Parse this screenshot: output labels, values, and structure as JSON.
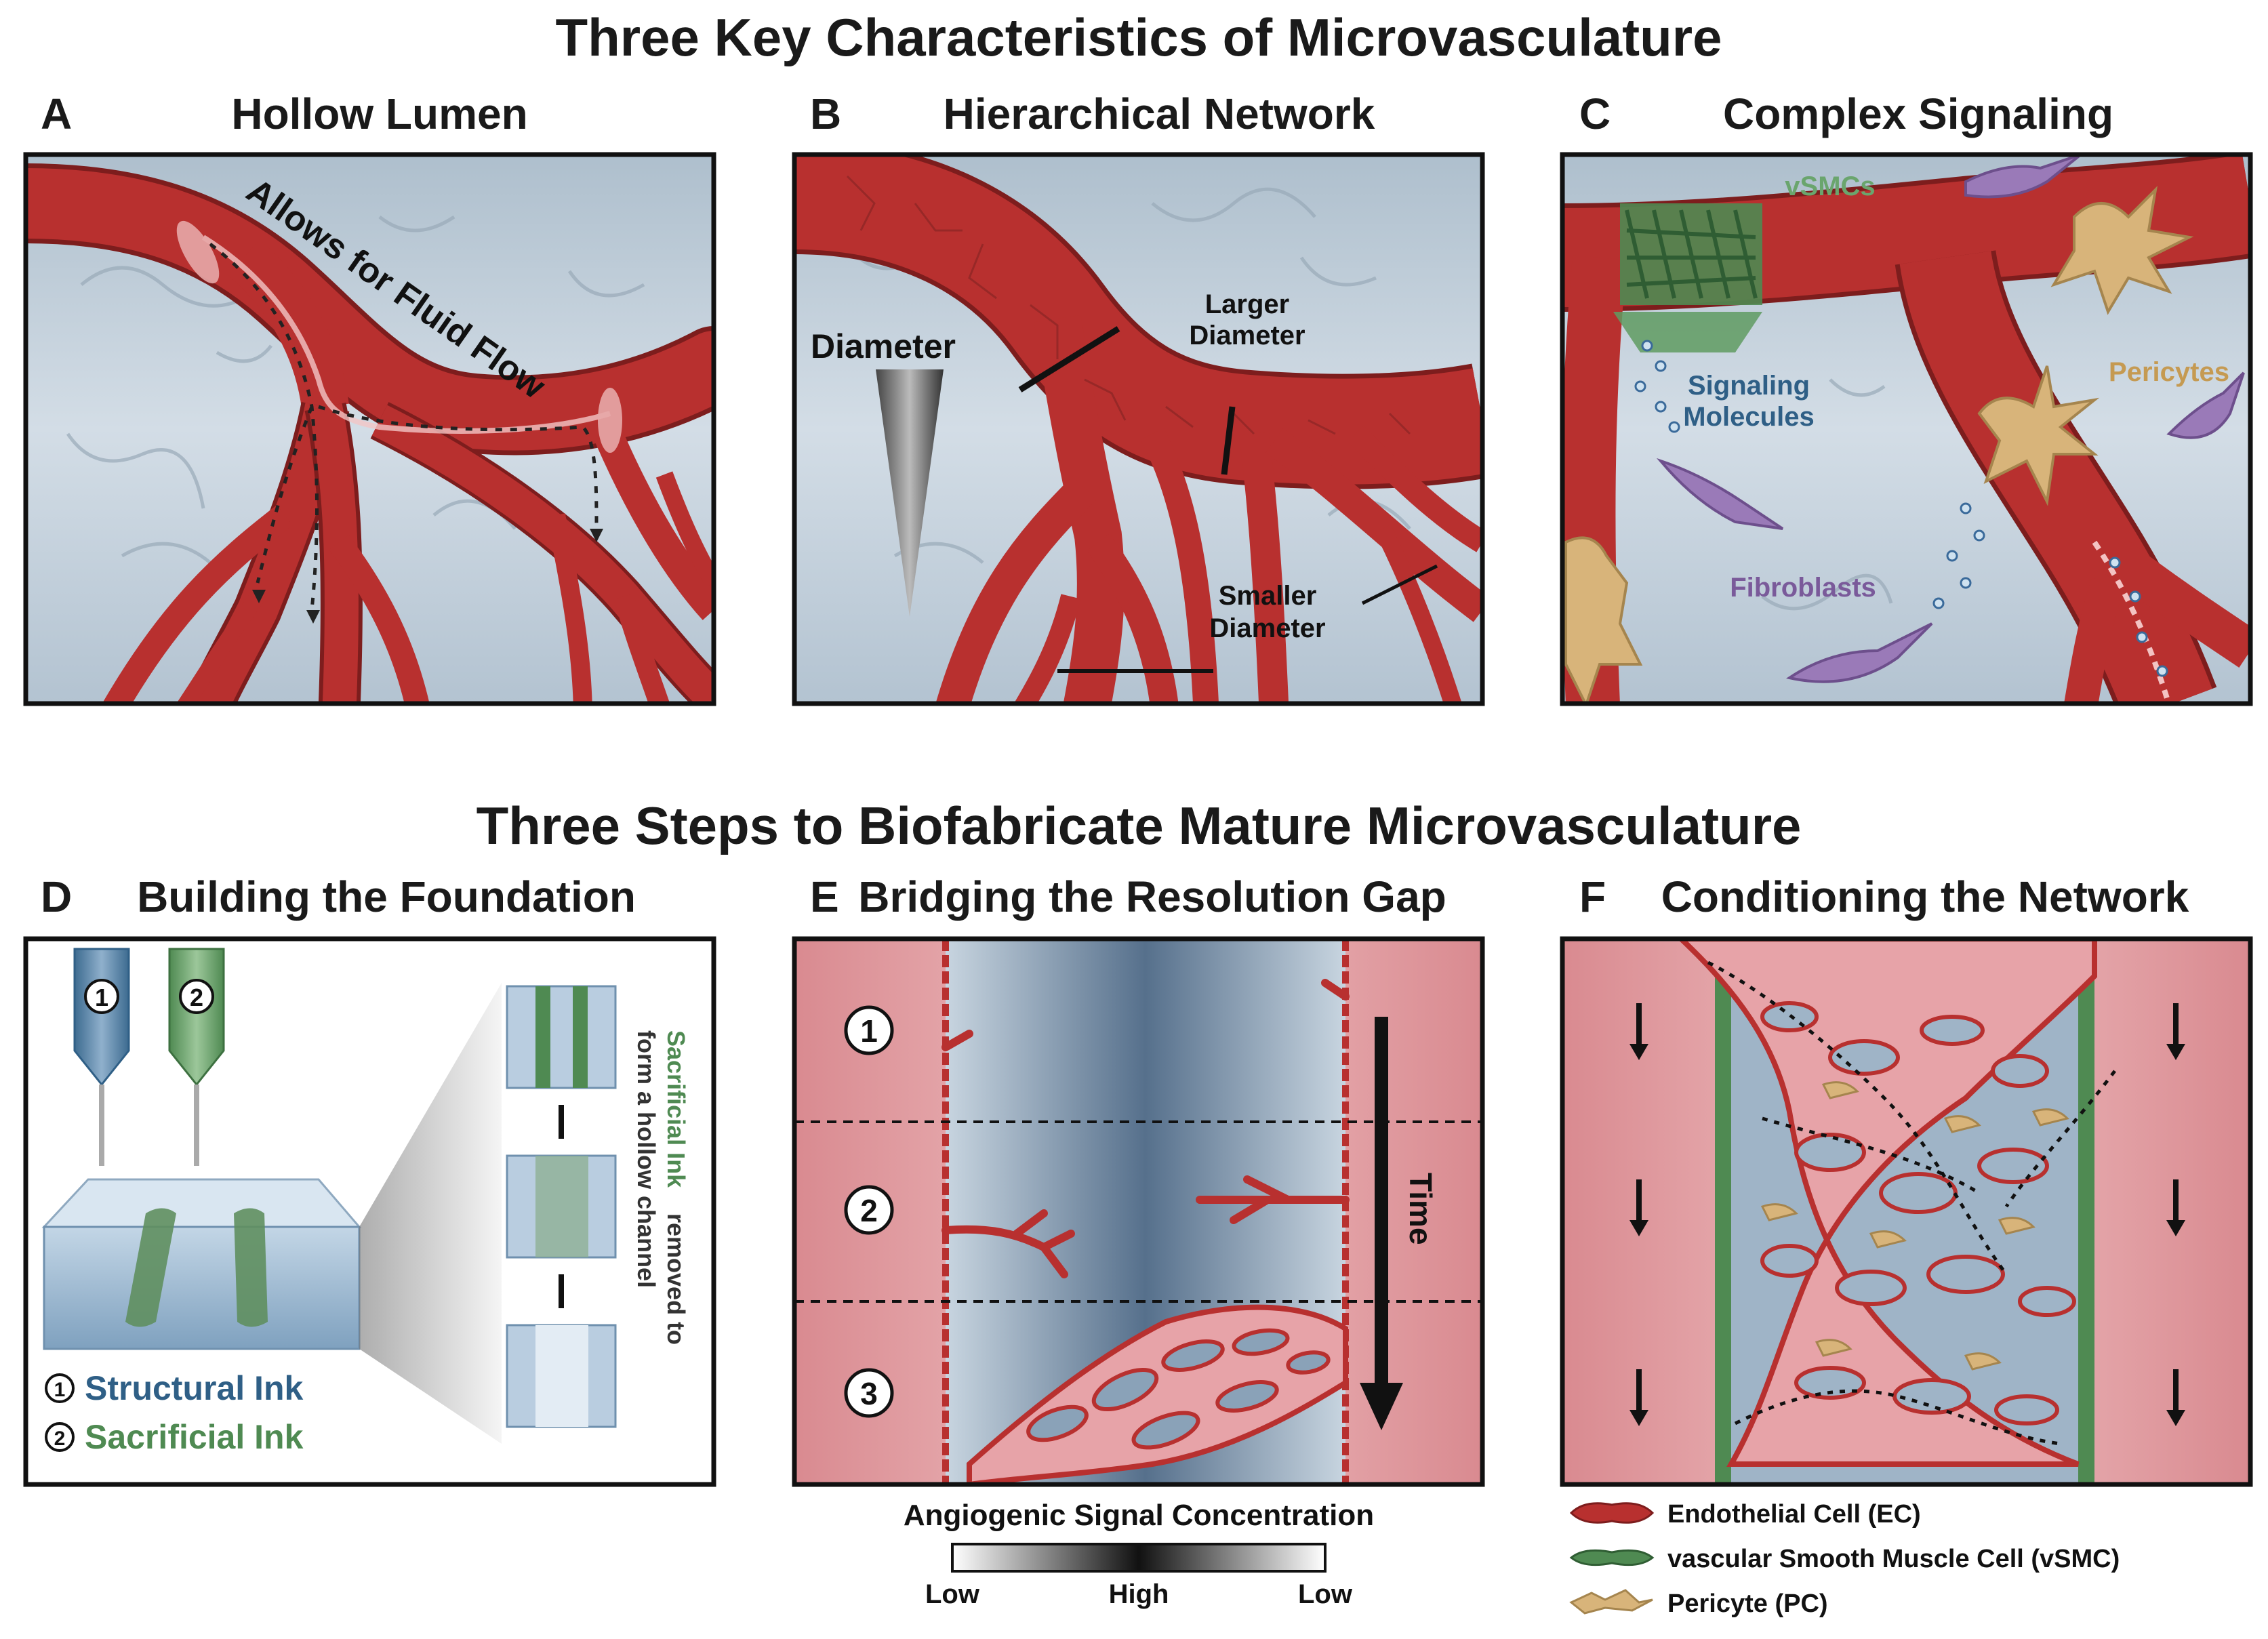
{
  "titles": {
    "top": "Three Key Characteristics of Microvasculature",
    "bottom": "Three Steps to Biofabricate Mature Microvasculature"
  },
  "panels": {
    "A": {
      "letter": "A",
      "title": "Hollow Lumen",
      "flow_label": "Allows for Fluid Flow"
    },
    "B": {
      "letter": "B",
      "title": "Hierarchical Network",
      "diameter": "Diameter",
      "larger_1": "Larger",
      "larger_2": "Diameter",
      "smaller_1": "Smaller",
      "smaller_2": "Diameter"
    },
    "C": {
      "letter": "C",
      "title": "Complex Signaling",
      "vsmcs": "vSMCs",
      "signaling_1": "Signaling",
      "signaling_2": "Molecules",
      "pericytes": "Pericytes",
      "fibroblasts": "Fibroblasts"
    },
    "D": {
      "letter": "D",
      "title": "Building the Foundation",
      "nozzle_1": "1",
      "nozzle_2": "2",
      "sacrificial_note_1": "Sacrificial Ink",
      "sacrificial_note_2": "removed to",
      "sacrificial_note_3": "form a hollow channel",
      "legend_1_num": "1",
      "legend_1": "Structural Ink",
      "legend_2_num": "2",
      "legend_2": "Sacrificial Ink"
    },
    "E": {
      "letter": "E",
      "title": "Bridging the Resolution Gap",
      "step_1": "1",
      "step_2": "2",
      "step_3": "3",
      "time": "Time",
      "gradient_title": "Angiogenic Signal Concentration",
      "grad_low_left": "Low",
      "grad_high": "High",
      "grad_low_right": "Low"
    },
    "F": {
      "letter": "F",
      "title": "Conditioning the Network"
    }
  },
  "legend": {
    "ec": "Endothelial Cell (EC)",
    "vsmc": "vascular Smooth Muscle Cell (vSMC)",
    "pc": "Pericyte (PC)"
  },
  "colors": {
    "vessel": "#b8302f",
    "vessel_dark": "#7d1d1d",
    "tissue": "#c5d3de",
    "structural_blue": "#2f5f86",
    "sacrificial_green": "#4f8a52",
    "pericyte_tan": "#d8b47a",
    "fibroblast_purple": "#9a7ab8",
    "channel_pink": "#e8a9ad"
  }
}
